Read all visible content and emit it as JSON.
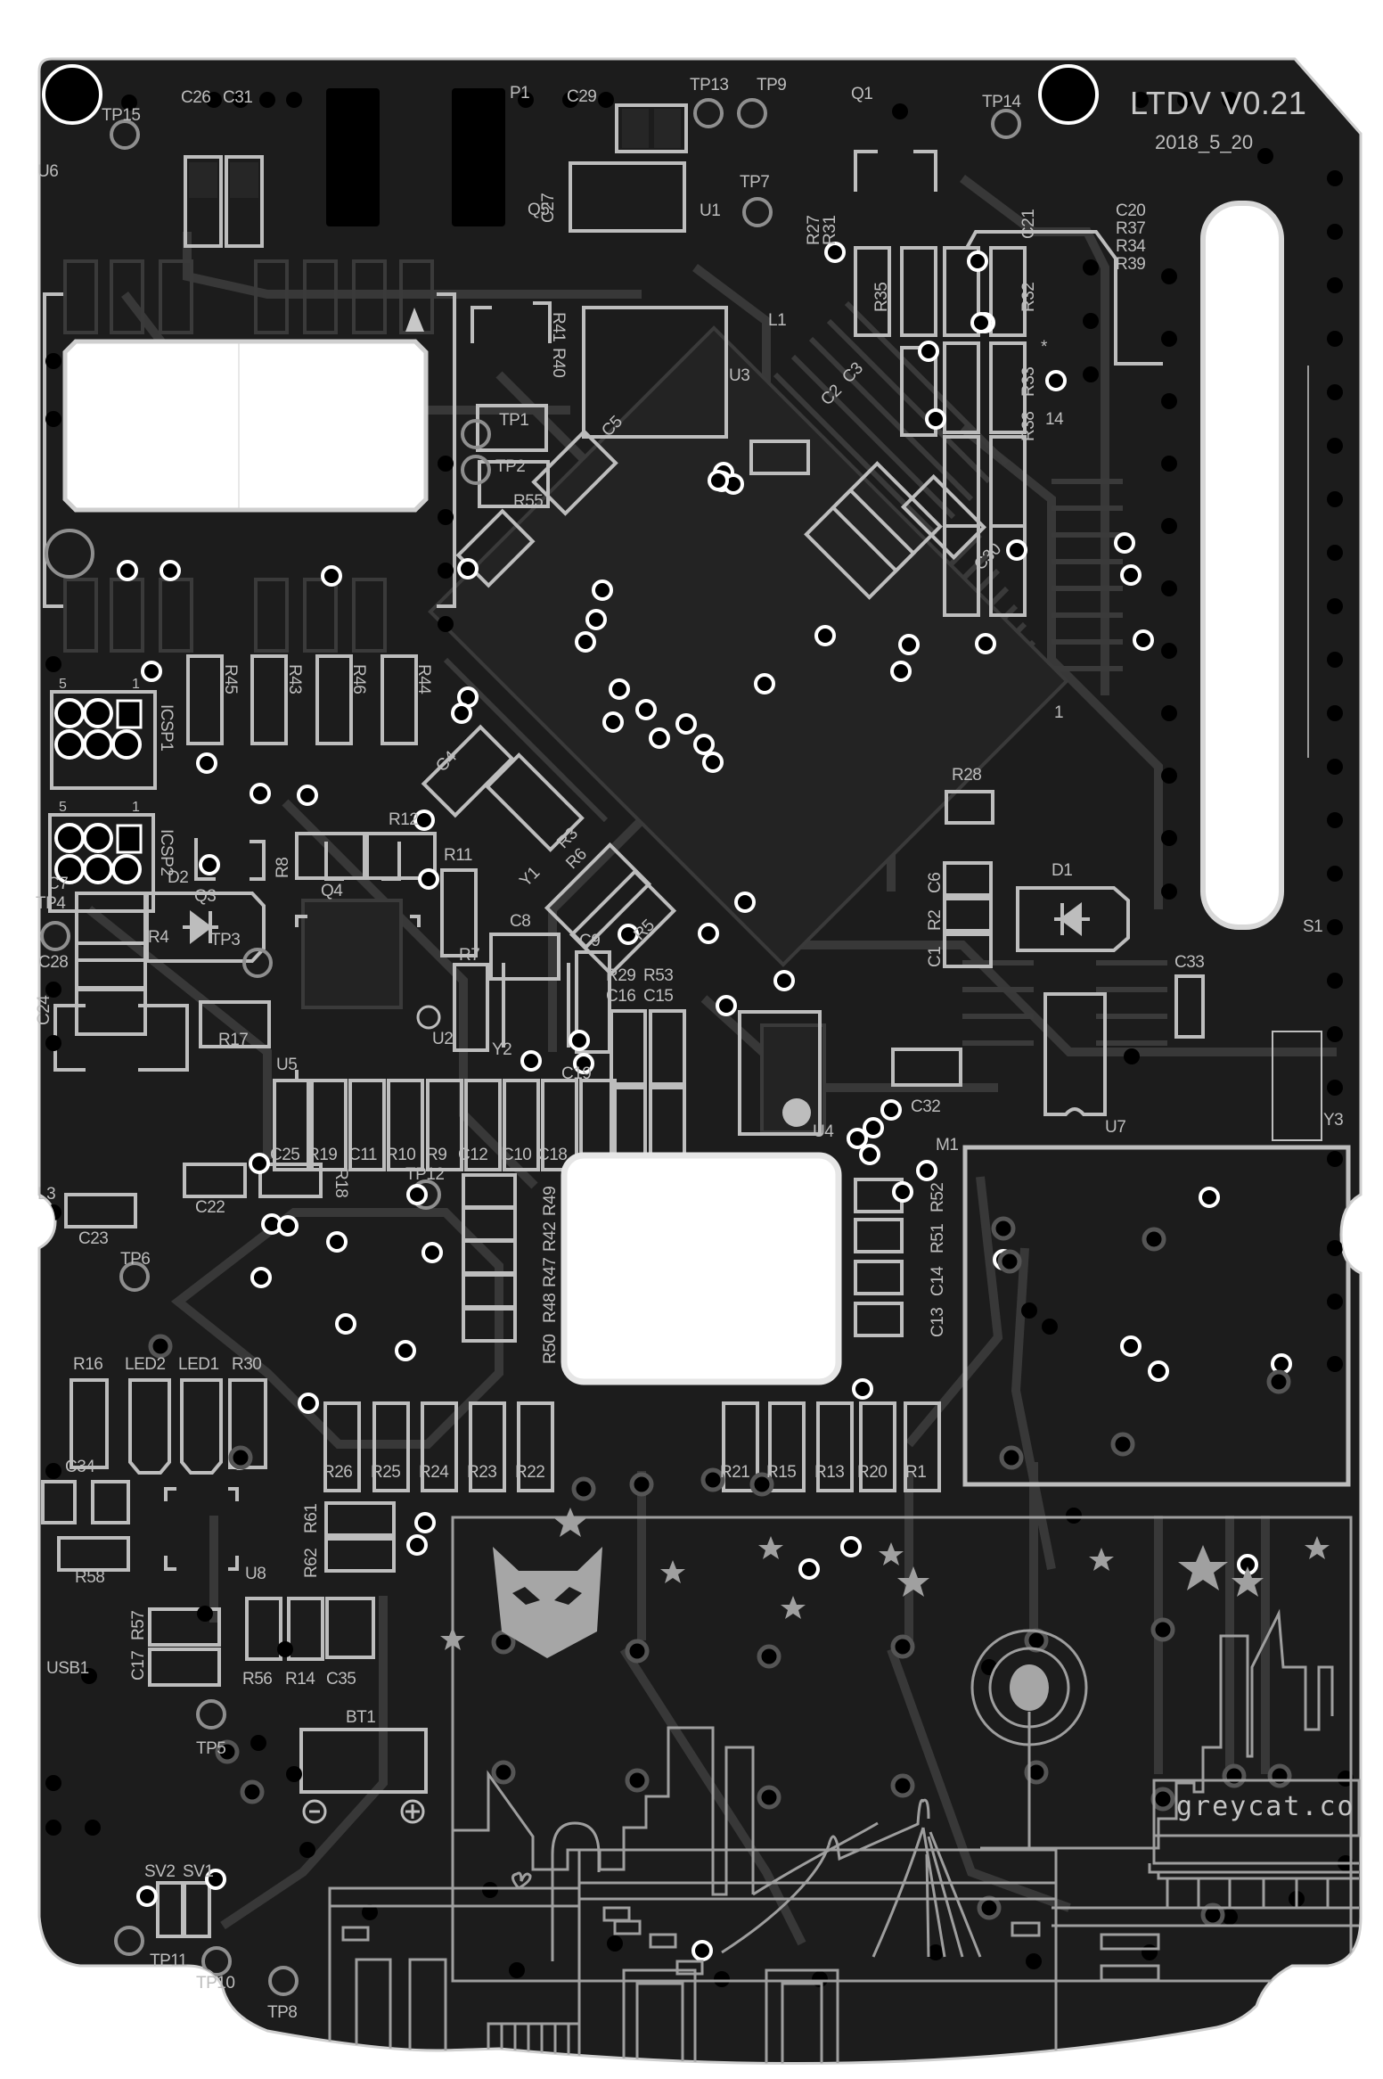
{
  "board": {
    "title": "LTDV V0.21",
    "date": "2018_5_20",
    "brand": "greycat.co",
    "colors": {
      "substrate": "#1c1c1c",
      "trace": "#3a3a3a",
      "silkscreen": "#bdbdbd",
      "cutout": "#ffffff",
      "drill": "#000000",
      "art": "#9a9a9a"
    }
  },
  "labels": {
    "TP15": "TP15",
    "C26": "C26",
    "C31": "C31",
    "U6": "U6",
    "P1": "P1",
    "C29": "C29",
    "C27": "C27",
    "TP13": "TP13",
    "TP9": "TP9",
    "Q1": "Q1",
    "TP14": "TP14",
    "TP7": "TP7",
    "U1": "U1",
    "Q5": "Q5",
    "R27": "R27",
    "R31": "R31",
    "R35": "R35",
    "R32": "R32",
    "C21": "C21",
    "R33": "R33",
    "R38": "R38",
    "pin14": "14",
    "pin1": "1",
    "C20": "C20",
    "R37": "R37",
    "R34": "R34",
    "R39": "R39",
    "R41": "R41",
    "R40": "R40",
    "L1": "L1",
    "U3": "U3",
    "C2": "C2",
    "C3": "C3",
    "TP1": "TP1",
    "TP2": "TP2",
    "C5": "C5",
    "R55": "R55",
    "C30": "C30",
    "R45": "R45",
    "R43": "R43",
    "R46": "R46",
    "R44": "R44",
    "ICSP1": "ICSP1",
    "ICSP2": "ICSP2",
    "icsp1_pin5": "5",
    "icsp1_pin1": "1",
    "icsp2_pin5": "5",
    "icsp2_pin1": "1",
    "Q3": "Q3",
    "Q4": "Q4",
    "R8": "R8",
    "R12": "R12",
    "R11": "R11",
    "C4": "C4",
    "R3": "R3",
    "Y1": "Y1",
    "R6": "R6",
    "R5": "R5",
    "C8": "C8",
    "D2": "D2",
    "C7": "C7",
    "TP4": "TP4",
    "C28": "C28",
    "R4": "R4",
    "TP3": "TP3",
    "C24": "C24",
    "R17": "R17",
    "R7": "R7",
    "C9": "C9",
    "U2": "U2",
    "Y2": "Y2",
    "U5": "U5",
    "R29": "R29",
    "R53": "R53",
    "C16": "C16",
    "C15": "C15",
    "C19": "C19",
    "R28": "R28",
    "C6": "C6",
    "R2": "R2",
    "C1": "C1",
    "D1": "D1",
    "S1": "S1",
    "C33": "C33",
    "C32": "C32",
    "U4": "U4",
    "M1": "M1",
    "U7": "U7",
    "Y3": "Y3",
    "C25": "C25",
    "R19": "R19",
    "C11": "C11",
    "R10": "R10",
    "R9": "R9",
    "C12": "C12",
    "C10": "C10",
    "C18": "C18",
    "R18": "R18",
    "TP12": "TP12",
    "R49": "R49",
    "R42": "R42",
    "R47": "R47",
    "R48": "R48",
    "R50": "R50",
    "R52": "R52",
    "R51": "R51",
    "C14": "C14",
    "C13": "C13",
    "L3": "L3",
    "C22": "C22",
    "C23": "C23",
    "TP6": "TP6",
    "R16": "R16",
    "LED2": "LED2",
    "LED1": "LED1",
    "R30": "R30",
    "R26": "R26",
    "R25": "R25",
    "R24": "R24",
    "R23": "R23",
    "R22": "R22",
    "R21": "R21",
    "R15": "R15",
    "R13": "R13",
    "R20": "R20",
    "R1": "R1",
    "C34": "C34",
    "R58": "R58",
    "U8": "U8",
    "R61": "R61",
    "R62": "R62",
    "R57": "R57",
    "C17": "C17",
    "USB1": "USB1",
    "R56": "R56",
    "R14": "R14",
    "C35": "C35",
    "TP5": "TP5",
    "BT1": "BT1",
    "bt_minus": "−",
    "bt_plus": "+",
    "SV2": "SV2",
    "SV1": "SV1",
    "TP11": "TP11",
    "TP10": "TP10",
    "TP8": "TP8"
  }
}
